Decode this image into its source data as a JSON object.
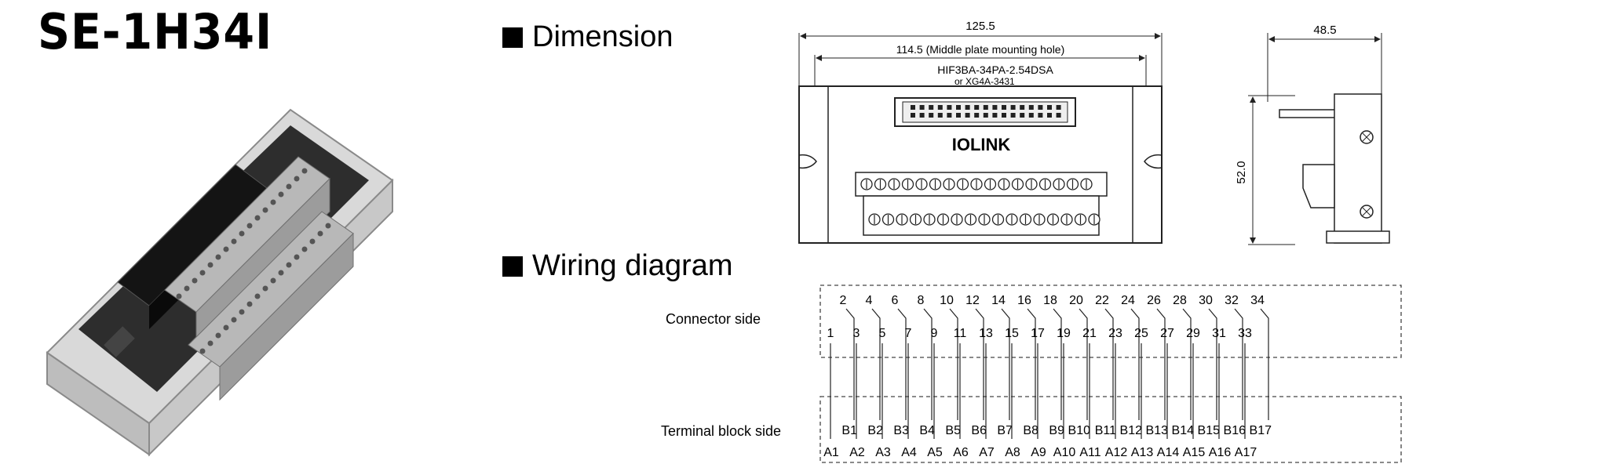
{
  "model": "SE-1H34I",
  "sections": {
    "dimension": "Dimension",
    "wiring": "Wiring diagram"
  },
  "dimension": {
    "overall_width": "125.5",
    "mounting_hole": "114.5 (Middle plate mounting hole)",
    "connector_part_1": "HIF3BA-34PA-2.54DSA",
    "connector_part_2": "or XG4A-3431",
    "brand": "IOLINK",
    "side_width": "48.5",
    "side_height": "52.0"
  },
  "wiring": {
    "connector_side_label": "Connector side",
    "terminal_side_label": "Terminal block side",
    "connector_even": [
      "2",
      "4",
      "6",
      "8",
      "10",
      "12",
      "14",
      "16",
      "18",
      "20",
      "22",
      "24",
      "26",
      "28",
      "30",
      "32",
      "34"
    ],
    "connector_odd": [
      "1",
      "3",
      "5",
      "7",
      "9",
      "11",
      "13",
      "15",
      "17",
      "19",
      "21",
      "23",
      "25",
      "27",
      "29",
      "31",
      "33"
    ],
    "terminal_b": [
      "B1",
      "B2",
      "B3",
      "B4",
      "B5",
      "B6",
      "B7",
      "B8",
      "B9",
      "B10",
      "B11",
      "B12",
      "B13",
      "B14",
      "B15",
      "B16",
      "B17"
    ],
    "terminal_a": [
      "A1",
      "A2",
      "A3",
      "A4",
      "A5",
      "A6",
      "A7",
      "A8",
      "A9",
      "A10",
      "A11",
      "A12",
      "A13",
      "A14",
      "A15",
      "A16",
      "A17"
    ]
  }
}
